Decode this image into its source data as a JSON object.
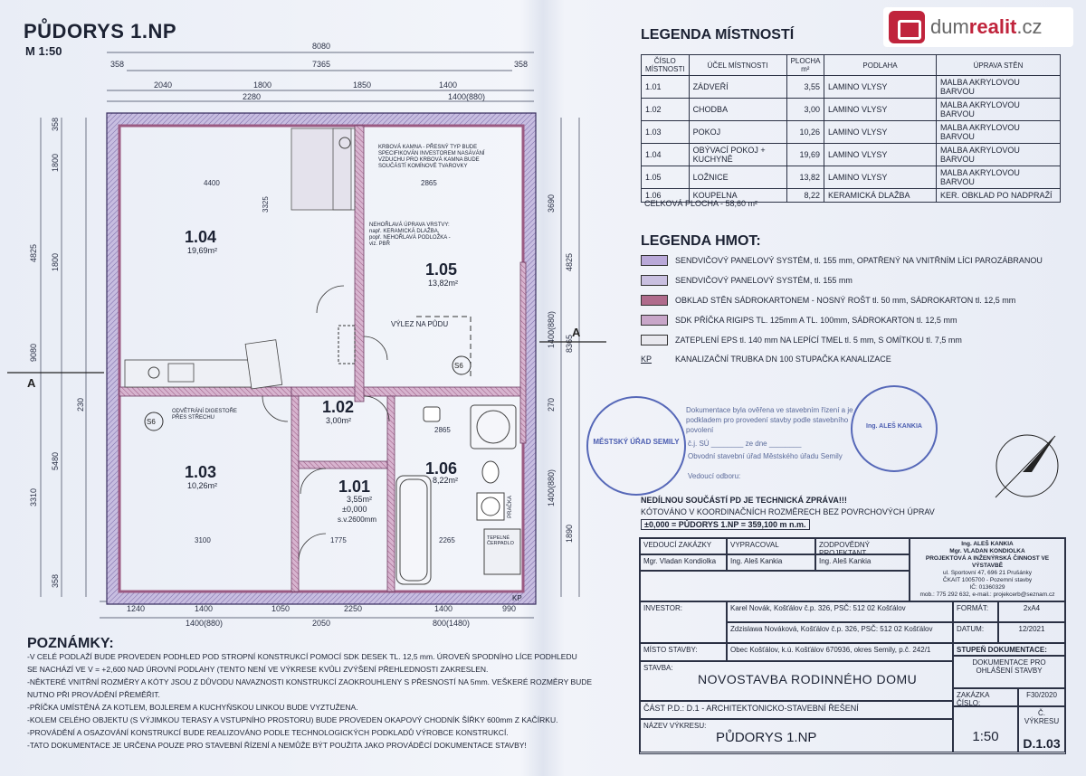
{
  "header": {
    "title": "PŮDORYS 1.NP",
    "scale": "M 1:50"
  },
  "logo": {
    "text_plain": "dum",
    "text_accent": "realit",
    "text_suffix": ".cz"
  },
  "plan": {
    "dims_top": [
      "8080",
      "7365",
      "358",
      "358",
      "2040",
      "1800",
      "1850",
      "1400",
      "2280",
      "1400(880)"
    ],
    "dims_left": [
      "4825",
      "1800",
      "1800",
      "9080",
      "5480",
      "3310",
      "358",
      "358",
      "230"
    ],
    "dims_right": [
      "3690",
      "4825",
      "8365",
      "1400(880)",
      "1400(880)",
      "1890",
      "270"
    ],
    "dims_bottom": [
      "1240",
      "1400",
      "1050",
      "2250",
      "1400",
      "990",
      "1400(880)",
      "2050",
      "800(1480)"
    ],
    "section_mark": "A",
    "rooms": [
      {
        "num": "1.04",
        "area": "19,69m²"
      },
      {
        "num": "1.05",
        "area": "13,82m²"
      },
      {
        "num": "1.02",
        "area": "3,00m²"
      },
      {
        "num": "1.03",
        "area": "10,26m²"
      },
      {
        "num": "1.01",
        "area": "3,55m²"
      },
      {
        "num": "1.06",
        "area": "8,22m²"
      }
    ],
    "notes": {
      "kamna": "KRBOVÁ KAMNA - PŘESNÝ TYP BUDE SPECIFIKOVÁN INVESTOREM NASÁVÁNÍ VZDUCHU PRO KRBOVÁ KAMNA BUDE SOUČÁSTÍ KOMÍNOVÉ TVAROVKY",
      "oprava": "NEHOŘLAVÁ ÚPRAVA VRSTVY: např. KERAMICKÁ DLAŽBA, popř. NEHOŘLAVÁ PODLOŽKA - viz. PBŘ",
      "vylez": "VÝLEZ NA PŮDU",
      "digestor": "ODVĚTRÁNÍ DIGESTOŘE PŘES STŘECHU",
      "level": "±0,000",
      "height": "s.v.2600mm",
      "pracka": "PRAČKA",
      "cerpadlo": "TEPELNÉ ČERPADLO",
      "kp": "KP",
      "s6": "S6",
      "d4400": "4400",
      "d2865": "2865",
      "d3100": "3100",
      "d1775": "1775",
      "d2265": "2265",
      "d3325": "3325"
    }
  },
  "legend_rooms": {
    "title": "LEGENDA MÍSTNOSTÍ",
    "headers": [
      "ČÍSLO MÍSTNOSTI",
      "ÚČEL MÍSTNOSTI",
      "PLOCHA m²",
      "PODLAHA",
      "ÚPRAVA STĚN"
    ],
    "rows": [
      [
        "1.01",
        "ZÁDVEŘÍ",
        "3,55",
        "LAMINO VLYSY",
        "MALBA AKRYLOVOU BARVOU"
      ],
      [
        "1.02",
        "CHODBA",
        "3,00",
        "LAMINO VLYSY",
        "MALBA AKRYLOVOU BARVOU"
      ],
      [
        "1.03",
        "POKOJ",
        "10,26",
        "LAMINO VLYSY",
        "MALBA AKRYLOVOU BARVOU"
      ],
      [
        "1.04",
        "OBÝVACÍ POKOJ + KUCHYNĚ",
        "19,69",
        "LAMINO VLYSY",
        "MALBA AKRYLOVOU BARVOU"
      ],
      [
        "1.05",
        "LOŽNICE",
        "13,82",
        "LAMINO VLYSY",
        "MALBA AKRYLOVOU BARVOU"
      ],
      [
        "1.06",
        "KOUPELNA",
        "8,22",
        "KERAMICKÁ DLAŽBA",
        "KER. OBKLAD PO NADPRAŽÍ"
      ]
    ],
    "total": "CELKOVÁ PLOCHA - 58,60 m²"
  },
  "legend_materials": {
    "title": "LEGENDA HMOT:",
    "items": [
      {
        "code": "",
        "text": "SENDVIČOVÝ PANELOVÝ SYSTÉM, tl. 155 mm, OPATŘENÝ NA VNITŘNÍM LÍCI PAROZÁBRANOU",
        "color": "#b9a8d8"
      },
      {
        "code": "",
        "text": "SENDVIČOVÝ PANELOVÝ SYSTÉM, tl. 155 mm",
        "color": "#c9bfe0"
      },
      {
        "code": "",
        "text": "OBKLAD STĚN SÁDROKARTONEM - NOSNÝ ROŠT tl. 50 mm, SÁDROKARTON tl. 12,5 mm",
        "color": "#b06b8c"
      },
      {
        "code": "",
        "text": "SDK PŘÍČKA RIGIPS TL. 125mm A TL. 100mm, SÁDROKARTON tl. 12,5 mm",
        "color": "#c8a6c9"
      },
      {
        "code": "",
        "text": "ZATEPLENÍ EPS tl. 140 mm NA LEPÍCÍ TMEL tl. 5 mm, S OMÍTKOU tl. 7,5 mm",
        "color": "#e8e8ee"
      },
      {
        "code": "KP",
        "text": "KANALIZAČNÍ TRUBKA DN 100 STUPAČKA KANALIZACE",
        "color": ""
      }
    ]
  },
  "stamps": {
    "verify_text": "Dokumentace byla ověřena ve stavebním řízení a je podkladem pro provedení stavby podle stavebního povolení",
    "cj": "č.j. SÚ",
    "ze_dne": "ze dne",
    "office": "Obvodní stavební úřad Městského úřadu Semily",
    "odbor": "Vedoucí odboru:",
    "stamp1": "MĚSTSKÝ ÚŘAD SEMILY",
    "stamp2": "Ing. ALEŠ KANKIA"
  },
  "tech_notes": {
    "line1": "NEDÍLNOU SOUČÁSTÍ PD JE TECHNICKÁ ZPRÁVA!!!",
    "line2": "KÓTOVÁNO V KOORDINAČNÍCH ROZMĚRECH BEZ POVRCHOVÝCH ÚPRAV",
    "line3": "±0,000 = PŮDORYS 1.NP = 359,100 m n.m."
  },
  "notes": {
    "title": "POZNÁMKY:",
    "items": [
      "-V CELÉ PODLAŽÍ BUDE PROVEDEN PODHLED POD STROPNÍ KONSTRUKCÍ POMOCÍ SDK DESEK TL. 12,5 mm. ÚROVEŇ SPODNÍHO LÍCE PODHLEDU",
      "SE NACHÁZÍ VE V = +2,600 NAD ÚROVNÍ PODLAHY (TENTO NENÍ VE VÝKRESE KVŮLI ZVÝŠENÍ PŘEHLEDNOSTI ZAKRESLEN.",
      "-NĚKTERÉ VNITŘNÍ ROZMĚRY A KÓTY JSOU Z DŮVODU NAVAZNOSTI KONSTRUKCÍ ZAOKROUHLENY S PŘESNOSTÍ NA 5mm. VEŠKERÉ ROZMĚRY BUDE NUTNO PŘI PROVÁDĚNÍ PŘEMĚŘIT.",
      "-PŘÍČKA UMÍSTĚNÁ ZA KOTLEM, BOJLEREM A KUCHYŇSKOU LINKOU BUDE VYZTUŽENA.",
      "-KOLEM CELÉHO OBJEKTU (S VÝJIMKOU TERASY A VSTUPNÍHO PROSTORU) BUDE PROVEDEN OKAPOVÝ CHODNÍK ŠÍŘKY 600mm Z KAČÍRKU.",
      "-PROVÁDĚNÍ A OSAZOVÁNÍ KONSTRUKCÍ BUDE REALIZOVÁNO PODLE TECHNOLOGICKÝCH PODKLADŮ VÝROBCE KONSTRUKCÍ.",
      "-TATO DOKUMENTACE JE URČENA POUZE PRO STAVEBNÍ ŘÍZENÍ A NEMŮŽE BÝT POUŽITA JAKO PROVÁDĚCÍ DOKUMENTACE STAVBY!"
    ]
  },
  "title_block": {
    "vedouci_label": "VEDOUCÍ ZAKÁZKY",
    "vypracoval_label": "VYPRACOVAL",
    "projektant_label": "ZODPOVĚDNÝ PROJEKTANT",
    "vedouci": "Mgr. Vladan Kondiolka",
    "vypracoval": "Ing. Aleš Kankia",
    "projektant": "Ing. Aleš Kankia",
    "company1": "Ing. ALEŠ KANKIA",
    "company2": "Mgr. VLADAN KONDIOLKA",
    "company3": "PROJEKTOVÁ A INŽENÝRSKÁ ČINNOST VE VÝSTAVBĚ",
    "company4": "ul. Sportovní 47, 696 21 Prušánky",
    "company5": "ČKAIT 1005700 - Pozemní stavby",
    "company6": "IČ: 01360329",
    "company7": "mob.: 775 292 632, e-mail.: projekcerb@seznam.cz",
    "investor_label": "INVESTOR:",
    "investor1": "Karel Novák, Košťálov č.p. 326, PSČ: 512 02 Košťálov",
    "investor2": "Zdzislawa Nováková, Košťálov č.p. 326, PSČ: 512 02 Košťálov",
    "format_label": "FORMÁT:",
    "format": "2xA4",
    "datum_label": "DATUM:",
    "datum": "12/2021",
    "misto_label": "MÍSTO STAVBY:",
    "misto": "Obec Košťálov, k.ú. Košťálov 670936, okres Semily, p.č. 242/1",
    "stupen_label": "STUPEŇ DOKUMENTACE:",
    "stupen": "DOKUMENTACE PRO OHLÁŠENÍ STAVBY",
    "stavba_label": "STAVBA:",
    "stavba": "NOVOSTAVBA RODINNÉHO DOMU",
    "cast": "ČÁST P.D.: D.1 - ARCHITEKTONICKO-STAVEBNÍ ŘEŠENÍ",
    "zakazka_label": "ZAKÁZKA ČÍSLO:",
    "zakazka": "F30/2020",
    "nazev_label": "NÁZEV VÝKRESU:",
    "nazev": "PŮDORYS 1.NP",
    "meritko": "1:50",
    "cislo_label": "Č. VÝKRESU",
    "cislo": "D.1.03"
  }
}
